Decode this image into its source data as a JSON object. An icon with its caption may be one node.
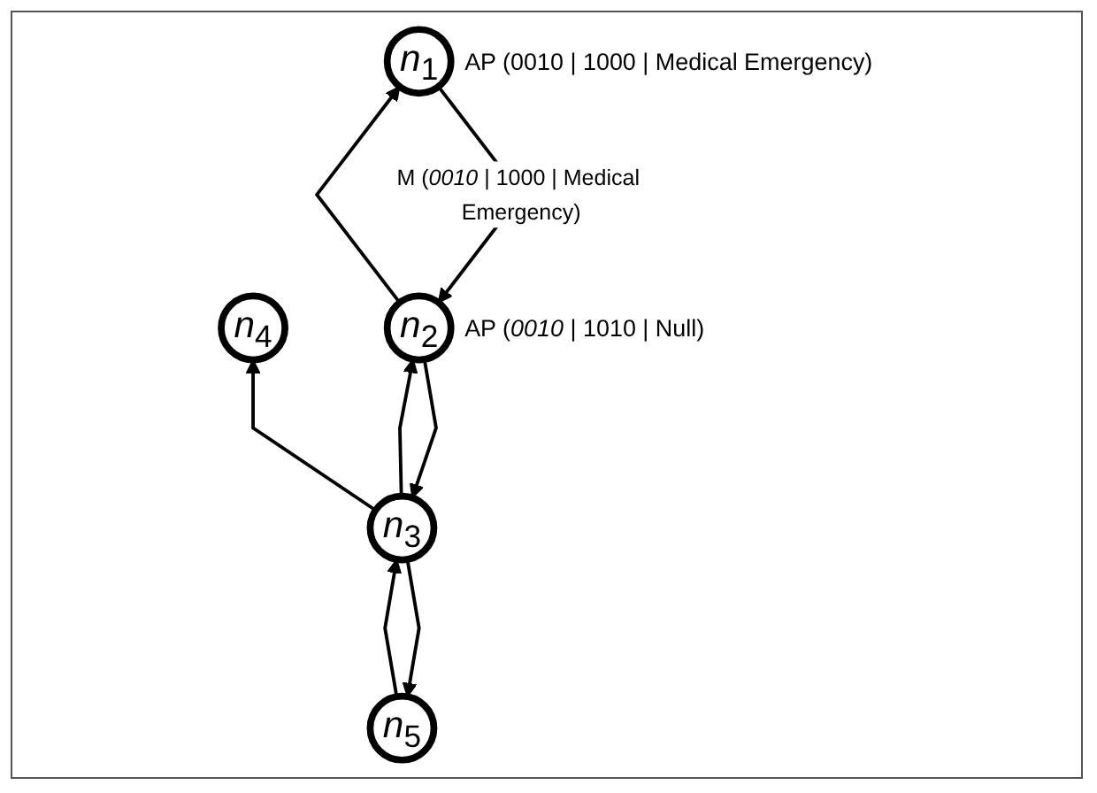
{
  "diagram": {
    "nodes": [
      {
        "text": [
          "*n*$_{4}$"
        ]
      },
      {
        "text": [
          "*n*$_{5}$"
        ]
      },
      {
        "text": [
          "*n*$_{2}$"
        ],
        "beside": [
          "AP (*0010* | 1010 | Null)"
        ]
      },
      {
        "text": [
          "*n*$_{3}$"
        ]
      },
      {
        "text": [
          "*n*$_{1}$"
        ],
        "beside": [
          "AP (0010 | 1000 | Medical Emergency)"
        ]
      }
    ],
    "edges": [
      {
        "from": 4,
        "to": 2,
        "arrow": "to",
        "label": "M (*0010* | 1000 | Medical Emergency)"
      },
      {
        "from": 2,
        "to": 4,
        "arrow": "to"
      },
      {
        "from": 2,
        "to": 3,
        "arrow": "to"
      },
      {
        "from": 3,
        "to": 2,
        "arrow": "to"
      },
      {
        "from": 3,
        "to": 0,
        "arrow": "to"
      },
      {
        "from": 3,
        "to": 1,
        "arrow": "to"
      },
      {
        "from": 1,
        "to": 3,
        "arrow": "to"
      }
    ]
  }
}
